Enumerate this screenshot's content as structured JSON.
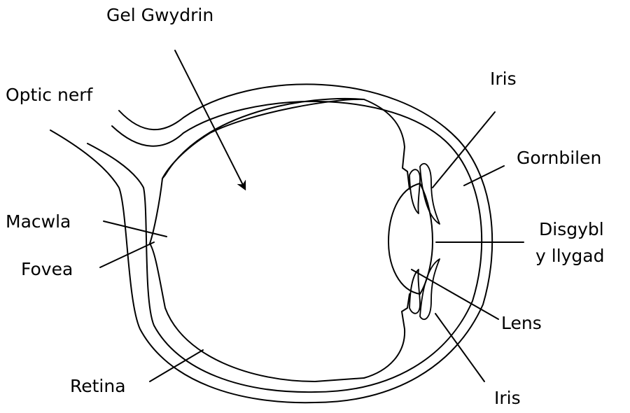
{
  "diagram": {
    "labels": {
      "vitreous_gel": "Gel Gwydrin",
      "optic_nerve": "Optic nerf",
      "macula": "Macwla",
      "fovea": "Fovea",
      "retina": "Retina",
      "iris_top": "Iris",
      "cornea": "Gornbilen",
      "pupil_line1": "Disgybl",
      "pupil_line2": "y llygad",
      "lens": "Lens",
      "iris_bottom": "Iris"
    }
  }
}
